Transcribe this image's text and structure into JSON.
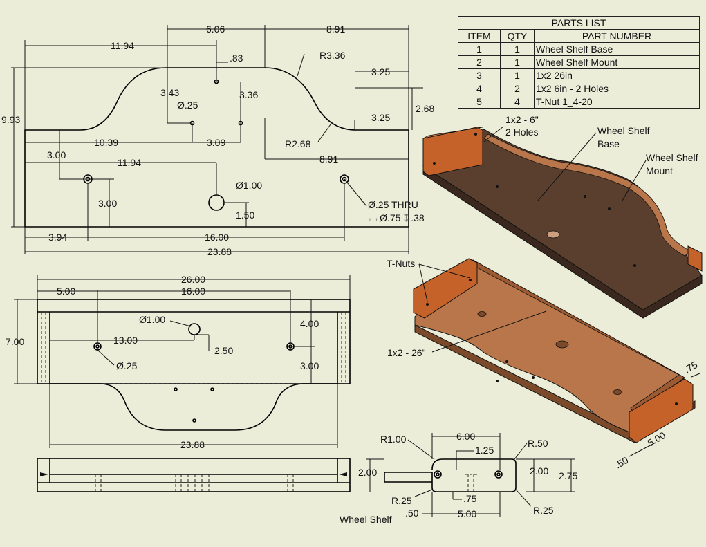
{
  "colors": {
    "background": "#ecedd9",
    "wood_dark": "#5a3f2e",
    "wood_light": "#b8764a",
    "wood_end": "#c4622a"
  },
  "parts_list": {
    "title": "PARTS LIST",
    "headers": [
      "ITEM",
      "QTY",
      "PART NUMBER"
    ],
    "rows": [
      {
        "item": "1",
        "qty": "1",
        "part": "Wheel Shelf Base"
      },
      {
        "item": "2",
        "qty": "1",
        "part": "Wheel Shelf Mount"
      },
      {
        "item": "3",
        "qty": "1",
        "part": "1x2 26in"
      },
      {
        "item": "4",
        "qty": "2",
        "part": "1x2 6in - 2 Holes"
      },
      {
        "item": "5",
        "qty": "4",
        "part": "T-Nut 1_4-20"
      }
    ]
  },
  "top_view": {
    "d_6_06": "6.06",
    "d_8_91_top": "8.91",
    "d_11_94_top": "11.94",
    "d_83": ".83",
    "d_r336": "R3.36",
    "d_343": "3.43",
    "d_336": "3.36",
    "d_phi25": "Ø.25",
    "d_325a": "3.25",
    "d_325b": "3.25",
    "d_268": "2.68",
    "d_993": "9.93",
    "d_1039": "10.39",
    "d_309": "3.09",
    "d_r268": "R2.68",
    "d_300a": "3.00",
    "d_1194b": "11.94",
    "d_891b": "8.91",
    "d_phi100": "Ø1.00",
    "d_300b": "3.00",
    "d_phi25thru": "Ø.25 THRU",
    "d_cbore": "⌴ Ø.75 ↧ .38",
    "d_150": "1.50",
    "d_394": "3.94",
    "d_1600": "16.00",
    "d_2388": "23.88"
  },
  "front_view": {
    "d_2600": "26.00",
    "d_500": "5.00",
    "d_1600": "16.00",
    "d_phi100": "Ø1.00",
    "d_400": "4.00",
    "d_700": "7.00",
    "d_1300": "13.00",
    "d_250": "2.50",
    "d_phi25": "Ø.25",
    "d_300": "3.00",
    "d_2388": "23.88"
  },
  "detail_view": {
    "r100": "R1.00",
    "d600": "6.00",
    "r50": "R.50",
    "d125": "1.25",
    "d200a": "2.00",
    "d200b": "2.00",
    "d275": "2.75",
    "r25a": "R.25",
    "d75": ".75",
    "d50": ".50",
    "d500": "5.00",
    "r25b": "R.25",
    "label": "Wheel Shelf"
  },
  "iso_callouts": {
    "top_1x2_6": "1x2 - 6\"",
    "top_2holes": "2 Holes",
    "base_l1": "Wheel Shelf",
    "base_l2": "Base",
    "mount_l1": "Wheel Shelf",
    "mount_l2": "Mount",
    "tnuts": "T-Nuts",
    "bar_26": "1x2 - 26\"",
    "d75": ".75",
    "d500": "5.00",
    "d50": ".50"
  }
}
